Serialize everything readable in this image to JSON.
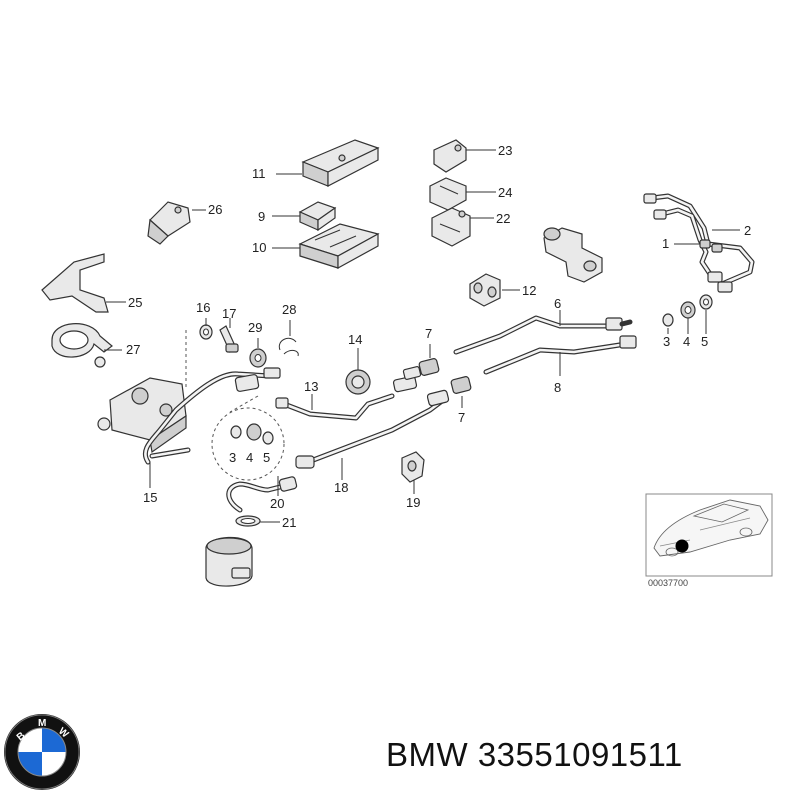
{
  "diagram": {
    "callouts": [
      "1",
      "2",
      "3",
      "4",
      "5",
      "6",
      "7",
      "8",
      "9",
      "10",
      "11",
      "12",
      "13",
      "14",
      "15",
      "16",
      "17",
      "18",
      "19",
      "20",
      "21",
      "22",
      "23",
      "24",
      "25",
      "26",
      "27",
      "28",
      "29"
    ],
    "thumbnail_code": "00037700"
  },
  "logo": {
    "letters": "BMW",
    "colors": {
      "blue": "#1c69d4",
      "white": "#ffffff",
      "ring": "#111111"
    }
  },
  "caption": {
    "brand": "BMW",
    "part_number": "33551091511"
  }
}
